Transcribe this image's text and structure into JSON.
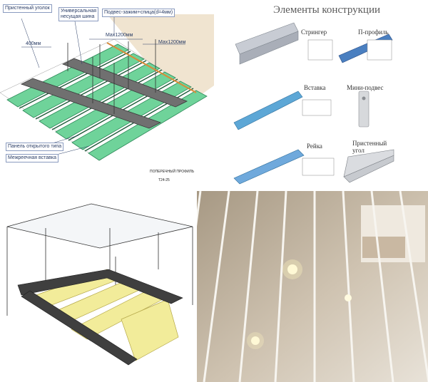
{
  "top_left": {
    "labels": {
      "wall_corner": "Пристенный уголок",
      "universal_rail": "Универсальная несущая шина",
      "hanger": "Подвес-зажим+спица(d=4мм)",
      "dim_400": "400мм",
      "dim_max1": "Max1200мм",
      "dim_max2": "Max1200мм",
      "open_panel": "Панель открытого типа",
      "insert": "Межреечная вставка",
      "section_title": "ПОПЕРЕЧНЫЙ ПРОФИЛЬ",
      "section_code": "T24-25"
    }
  },
  "top_right": {
    "title": "Элементы конструкции",
    "items": {
      "stringer": "Стрингер",
      "p_profile": "П-профиль",
      "insert": "Вставка",
      "mini_hanger": "Мини-подвес",
      "rail": "Рейка",
      "wall_corner": "Пристенный угол"
    }
  },
  "colors": {
    "panel_green": "#6fd39a",
    "rail_gray": "#6e6e6e",
    "profile_blue": "#4a7fc0",
    "panel_yellow": "#f2ec9a"
  }
}
